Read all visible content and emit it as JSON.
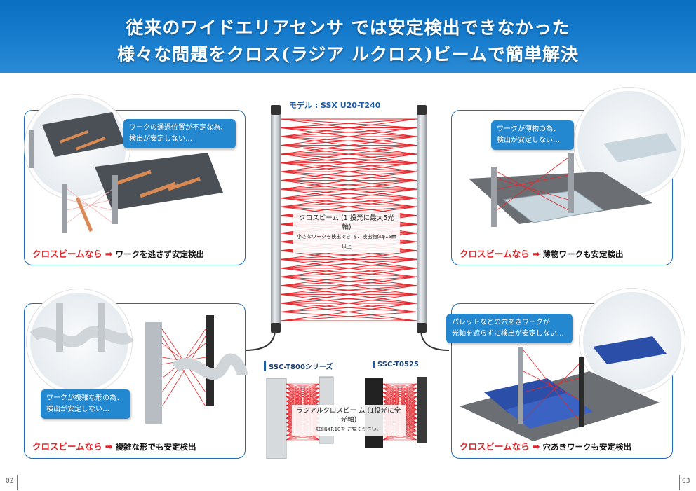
{
  "header": {
    "title_line1": "従来のワイドエリアセンサ では安定検出できなかった",
    "title_line2": "様々な問題をクロス(ラジア ルクロス)ビームで簡単解決"
  },
  "center": {
    "model": "モデル : SSX U20-T240",
    "beam_note": "クロスビーム (1 投光に最大5光軸)",
    "beam_sub": "小さなワークを検出でき る、検出物体φ15㎜以上"
  },
  "panels": {
    "top_left": {
      "bubble": [
        "ワークの通過位置が不定な為、",
        "検出が安定しない…"
      ],
      "caption_red": "クロスビームなら",
      "caption_black": "ワークを逃さず安定検出"
    },
    "top_right": {
      "bubble": [
        "ワークが薄物の為、",
        "検出が安定しない…"
      ],
      "caption_red": "クロスビームなら",
      "caption_black": "薄物ワークも安定検出"
    },
    "bottom_left": {
      "bubble": [
        "ワークが複雑な形の為、",
        "検出が安定しない…"
      ],
      "caption_red": "クロスビームなら",
      "caption_black": "複雑な形でも安定検出"
    },
    "bottom_right": {
      "bubble": [
        "パレットなどの穴あきワークが",
        "光軸を遮らずに検出が安定しない…"
      ],
      "caption_red": "クロスビームなら",
      "caption_black": "穴あきワークも安定検出"
    }
  },
  "products": {
    "left_tag": "SSC-T800シリーズ",
    "right_tag": "SSC-T0525",
    "note": "ラジアルクロスビー ム (1投光に全光軸)",
    "note_sub": "詳細はP.10を ご覧ください。"
  },
  "footer": {
    "page_left": "02",
    "page_right": "03"
  },
  "colors": {
    "header_blue": "#1a7fcf",
    "accent_red": "#e3262b",
    "panel_border": "#1f6fb4",
    "bubble_blue": "#2388cf"
  }
}
